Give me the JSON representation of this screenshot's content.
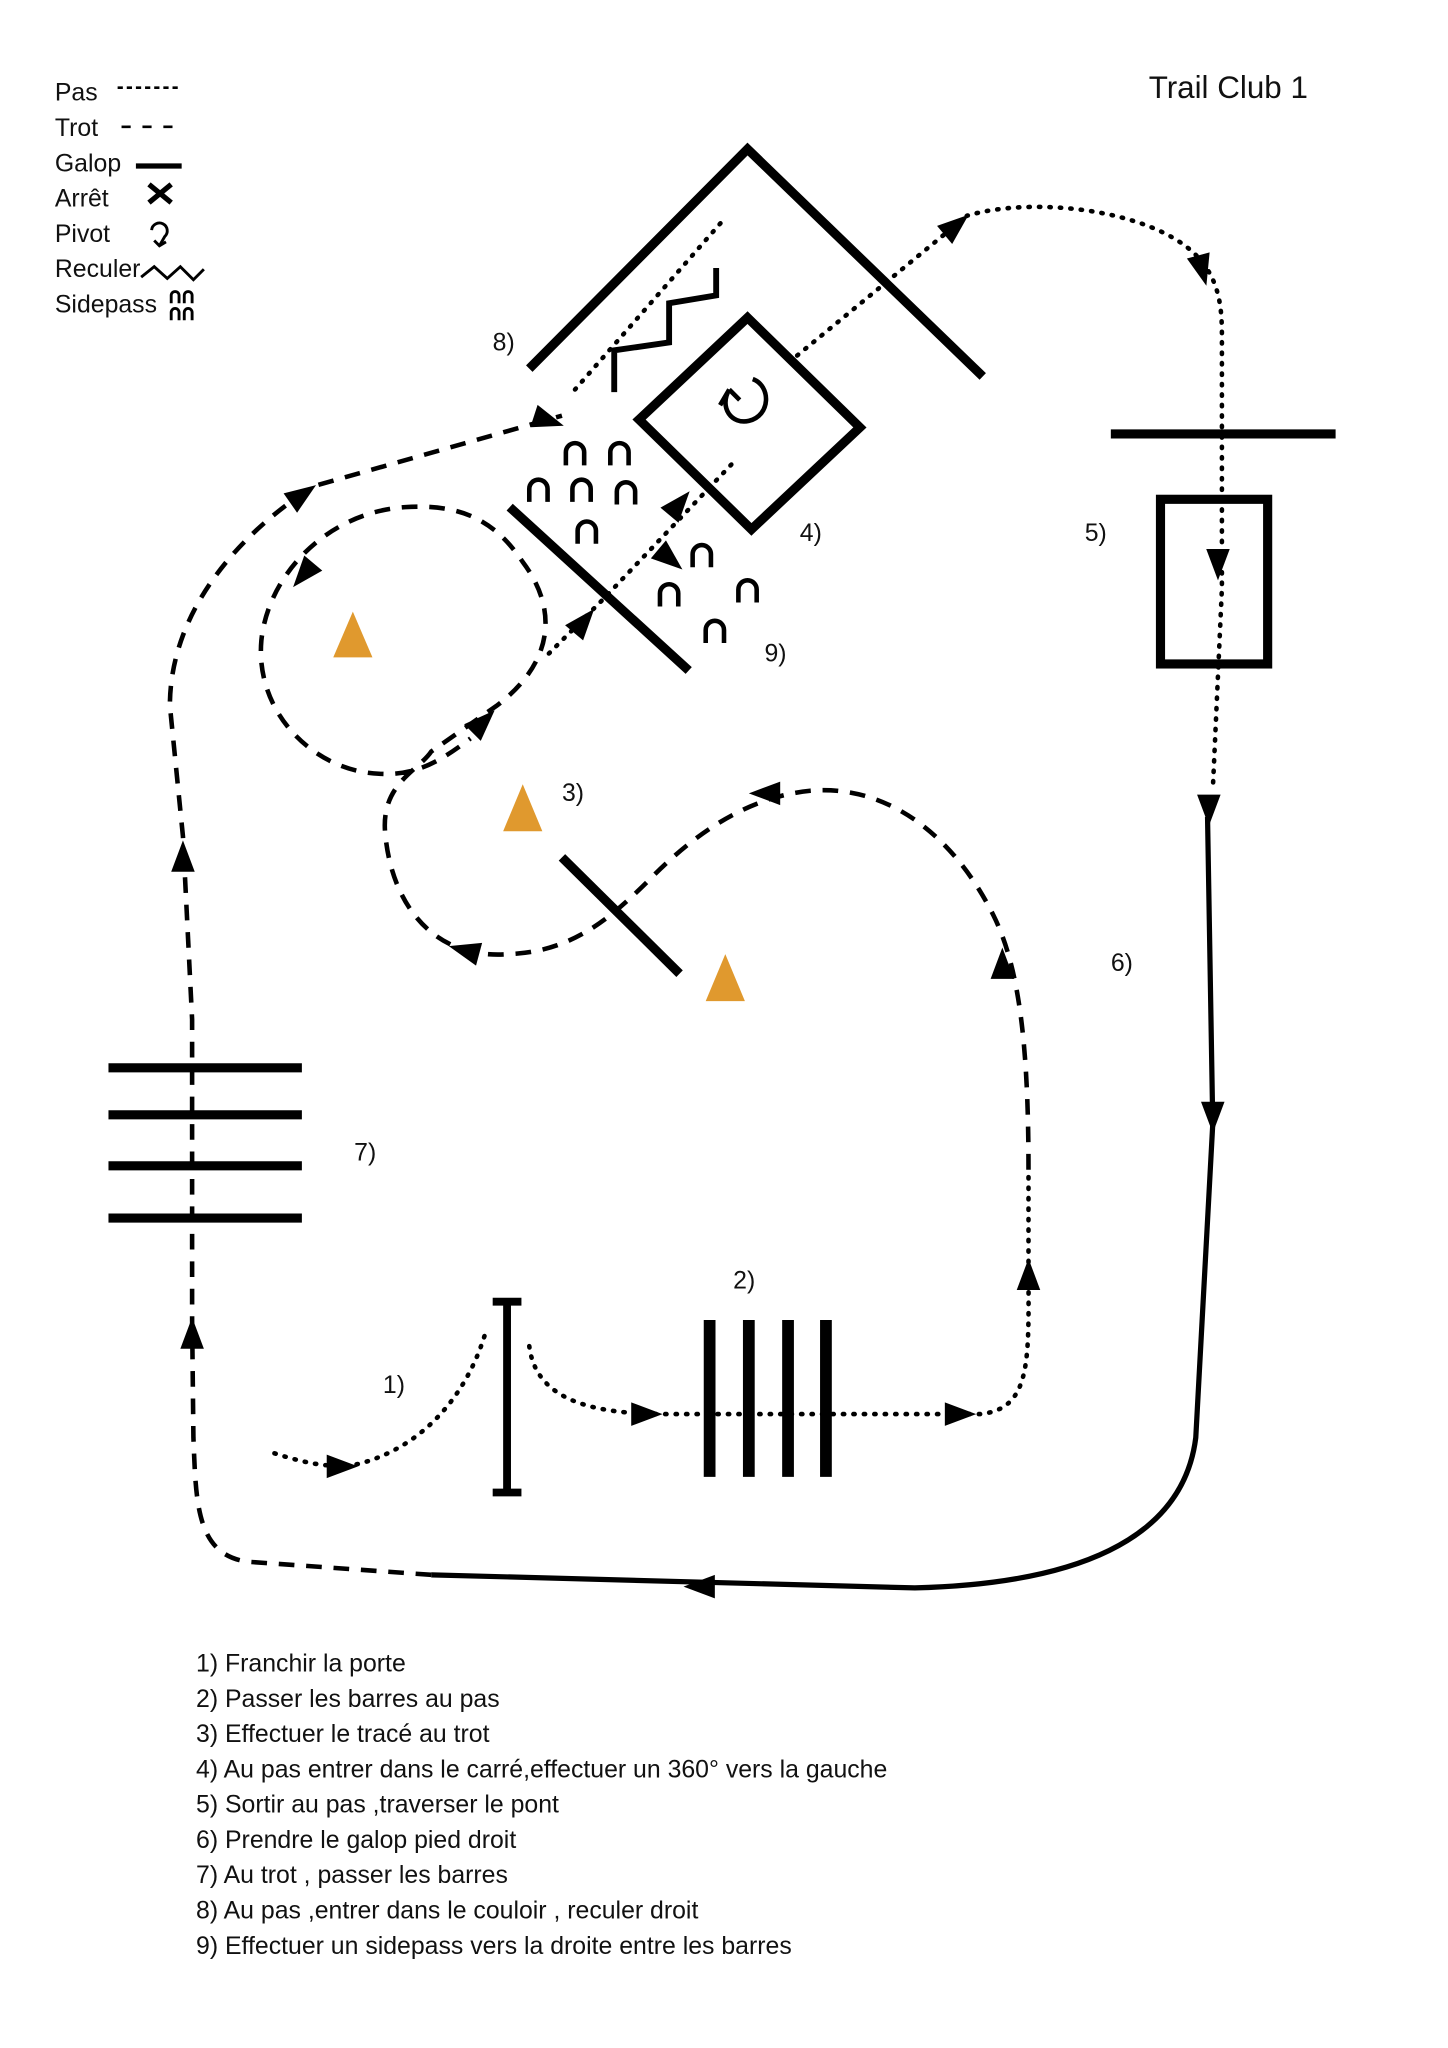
{
  "title": "Trail Club 1",
  "legend": [
    {
      "label": "Pas",
      "symbol": "dotted-line"
    },
    {
      "label": "Trot",
      "symbol": "dashed-line"
    },
    {
      "label": "Galop",
      "symbol": "solid-line"
    },
    {
      "label": "Arrêt",
      "symbol": "x-mark"
    },
    {
      "label": "Pivot",
      "symbol": "pivot-arrow"
    },
    {
      "label": "Reculer",
      "symbol": "zigzag"
    },
    {
      "label": "Sidepass",
      "symbol": "horseshoes"
    }
  ],
  "markers": {
    "m1": "1)",
    "m2": "2)",
    "m3": "3)",
    "m4": "4)",
    "m5": "5)",
    "m6": "6)",
    "m7": "7)",
    "m8": "8)",
    "m9": "9)"
  },
  "instructions": [
    "1) Franchir la porte",
    "2) Passer les barres au pas",
    "3) Effectuer le tracé au trot",
    "4) Au pas entrer dans le carré,effectuer un 360° vers la gauche",
    "5) Sortir au pas ,traverser le pont",
    "6) Prendre le galop pied droit",
    "7) Au trot , passer les barres",
    "8) Au pas ,entrer dans le couloir , reculer droit",
    "9) Effectuer un sidepass vers la droite entre les barres"
  ],
  "colors": {
    "cone": "#e0992e",
    "ink": "#000000"
  }
}
